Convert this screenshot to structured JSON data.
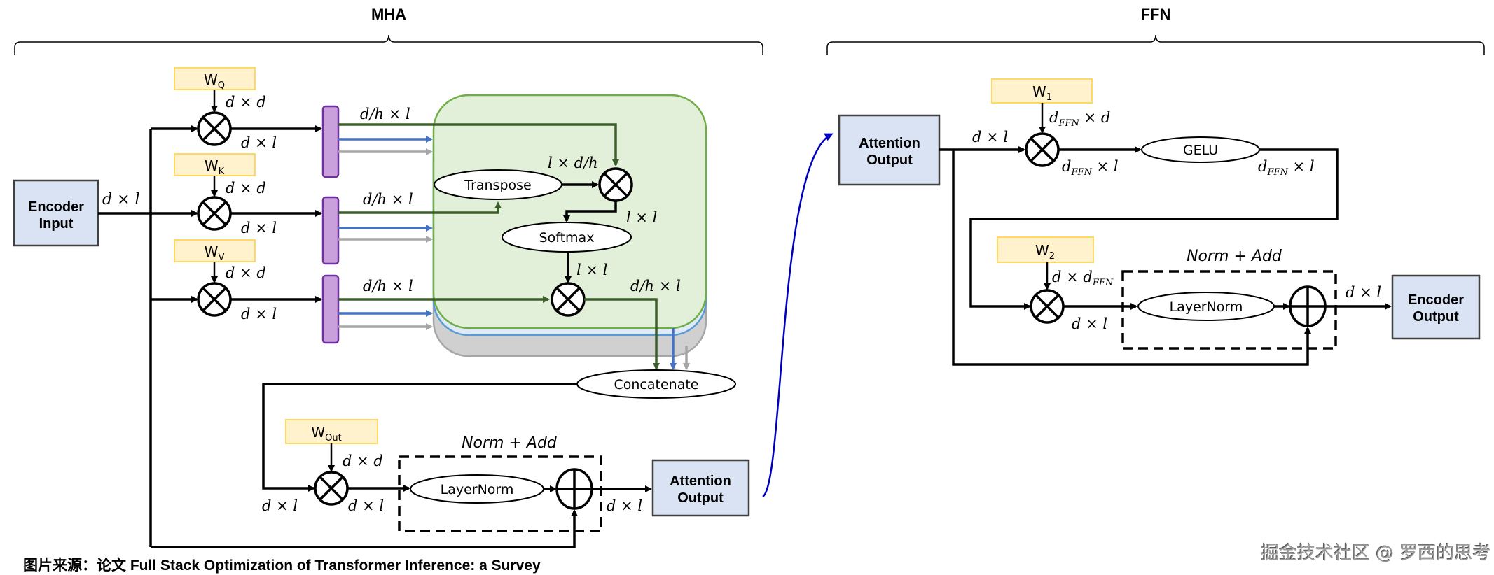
{
  "sections": {
    "mha_title": "MHA",
    "ffn_title": "FFN"
  },
  "mha": {
    "encoder_input": [
      "Encoder",
      "Input"
    ],
    "input_dim": "d × l",
    "weights": {
      "q": {
        "base": "W",
        "sub": "Q"
      },
      "k": {
        "base": "W",
        "sub": "K"
      },
      "v": {
        "base": "W",
        "sub": "V"
      },
      "out": {
        "base": "W",
        "sub": "Out"
      }
    },
    "weight_dim": "d × d",
    "proj_out_dim": "d × l",
    "head_dim": "d/h × l",
    "transpose_label": "Transpose",
    "transpose_dim": "l × d/h",
    "qk_dim": "l × l",
    "softmax_label": "Softmax",
    "softmax_dim": "l × l",
    "av_dim": "d/h × l",
    "concatenate_label": "Concatenate",
    "out_in_dim": "d × l",
    "out_weight_dim": "d × d",
    "out_proj_dim": "d × l",
    "norm_add_title": "Norm + Add",
    "layernorm_label": "LayerNorm",
    "norm_out_dim": "d × l",
    "attention_output": [
      "Attention",
      "Output"
    ]
  },
  "ffn": {
    "attention_output": [
      "Attention",
      "Output"
    ],
    "input_dim": "d × l",
    "w1": {
      "base": "W",
      "sub": "1"
    },
    "w1_dim": {
      "d": "d",
      "sub": "FFN",
      "rest": " × d"
    },
    "mm1_out_dim": {
      "d": "d",
      "sub": "FFN",
      "rest": " × l"
    },
    "gelu_label": "GELU",
    "gelu_out_dim": {
      "d": "d",
      "sub": "FFN",
      "rest": " × l"
    },
    "w2": {
      "base": "W",
      "sub": "2"
    },
    "w2_dim": {
      "pre": "d × ",
      "d": "d",
      "sub": "FFN"
    },
    "mm2_out_dim": "d × l",
    "norm_add_title": "Norm + Add",
    "layernorm_label": "LayerNorm",
    "out_dim": "d × l",
    "encoder_output": [
      "Encoder",
      "Output"
    ]
  },
  "caption": "图片来源：论文 Full Stack Optimization of Transformer Inference: a Survey",
  "watermark": "掘金技术社区 @ 罗西的思考",
  "colors": {
    "input_box": "#dae3f3",
    "weight_box": "#fff2cc",
    "weight_border": "#ffd966",
    "head_bar": "#c9a0dc",
    "head_border": "#7030a0",
    "head_green": "#e2efd9",
    "head_green_border": "#70ad47",
    "head_blue": "#deebf7",
    "head_blue_border": "#5b9bd5",
    "head_gray": "#d0d0d0",
    "head_gray_border": "#a6a6a6",
    "link_curve": "#0000c0"
  }
}
